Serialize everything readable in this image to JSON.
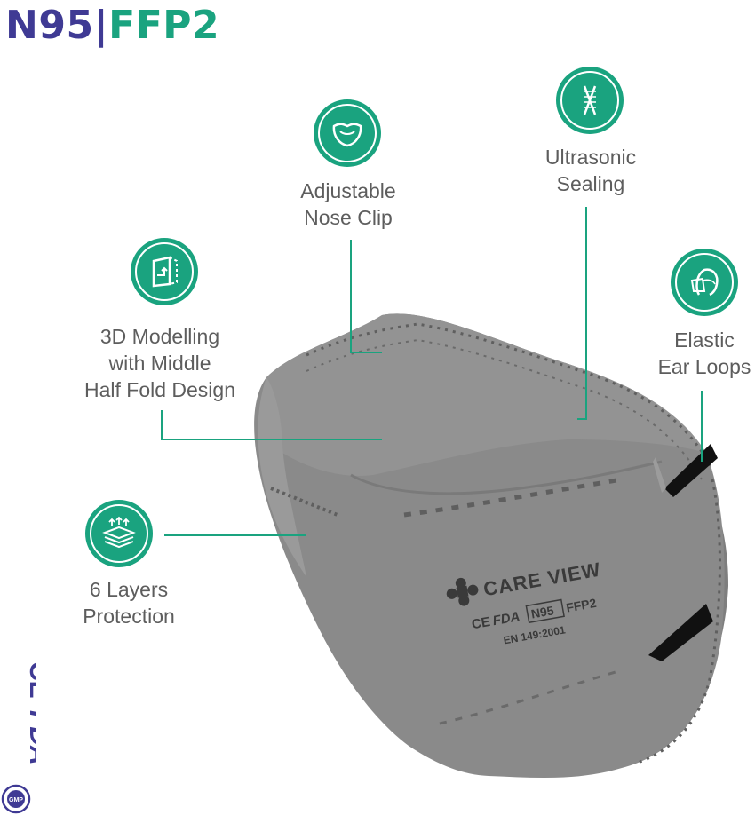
{
  "title": {
    "n95": "N95",
    "separator": "|",
    "ffp2": "FFP2"
  },
  "colors": {
    "navy": "#3f3a94",
    "green": "#1aa37f",
    "mask_gray": "#888888",
    "label_gray": "#5d5d5d"
  },
  "features": [
    {
      "id": "nose-clip",
      "icon": "nose-clip-icon",
      "lines": [
        "Adjustable",
        "Nose Clip"
      ]
    },
    {
      "id": "ultrasonic",
      "icon": "ultrasonic-sealing-icon",
      "lines": [
        "Ultrasonic",
        "Sealing"
      ]
    },
    {
      "id": "fold-design",
      "icon": "3d-fold-icon",
      "lines": [
        "3D Modelling",
        "with Middle",
        "Half Fold Design"
      ]
    },
    {
      "id": "ear-loops",
      "icon": "ear-loop-icon",
      "lines": [
        "Elastic",
        "Ear Loops"
      ]
    },
    {
      "id": "layers",
      "icon": "layers-icon",
      "lines": [
        "6 Layers",
        "Protection"
      ]
    }
  ],
  "mask_print": {
    "brand": "CARE VIEW",
    "ce": "CE",
    "fda": "FDA",
    "n95": "N95",
    "ffp2": "FFP2",
    "standard": "EN 149:2001"
  },
  "certifications": {
    "ce": "CE",
    "fda": "FDA",
    "gmp": "GMP"
  }
}
